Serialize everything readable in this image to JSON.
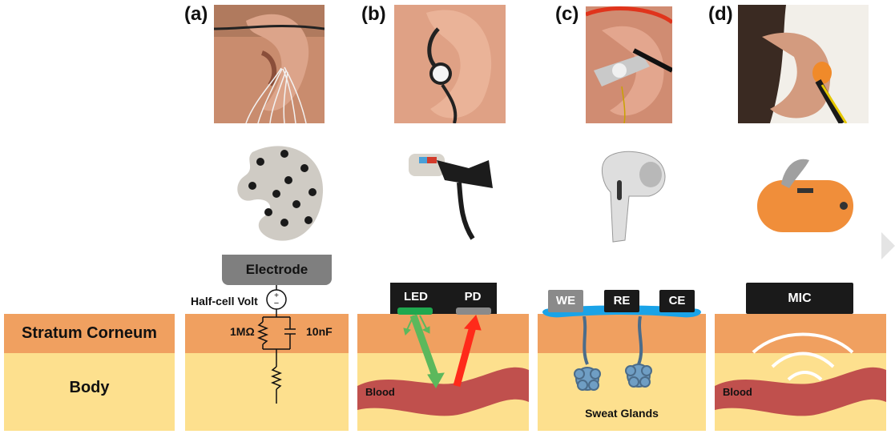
{
  "panels": [
    {
      "label": "(a)"
    },
    {
      "label": "(b)"
    },
    {
      "label": "(c)"
    },
    {
      "label": "(d)"
    }
  ],
  "layers": {
    "stratum_corneum": "Stratum Corneum",
    "body": "Body"
  },
  "panel_a": {
    "electrode": "Electrode",
    "half_cell": "Half-cell Volt",
    "resistor": "1MΩ",
    "capacitor": "10nF"
  },
  "panel_b": {
    "led": "LED",
    "pd": "PD",
    "blood": "Blood"
  },
  "panel_c": {
    "we": "WE",
    "re": "RE",
    "ce": "CE",
    "sweat": "Sweat Glands"
  },
  "panel_d": {
    "mic": "MIC",
    "blood": "Blood"
  },
  "colors": {
    "corneum": "#f0a060",
    "body": "#fde08e",
    "blood": "#c0504d",
    "led_arrow": "#5cb85c",
    "pd_arrow": "#ff2a1a",
    "electrolyte": "#1aa3e8",
    "gland": "#5b8cb0"
  }
}
